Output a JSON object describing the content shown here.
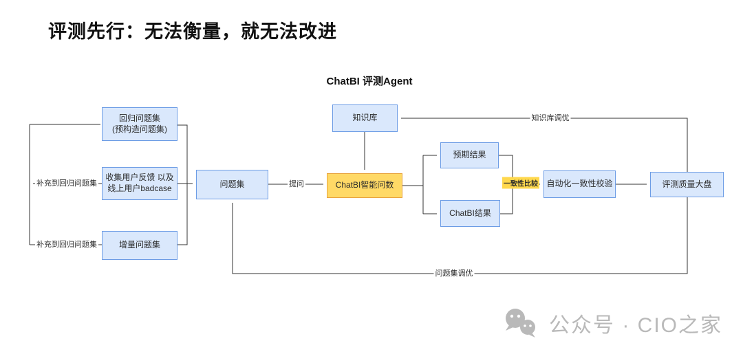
{
  "page": {
    "title": "评测先行：无法衡量，就无法改进",
    "diagram_title": "ChatBI 评测Agent"
  },
  "colors": {
    "background": "#ffffff",
    "title": "#111111",
    "node_fill": "#dae8fc",
    "node_border": "#6c9ce5",
    "node_text": "#2b2b2b",
    "highlight_fill": "#ffd966",
    "highlight_border": "#e8a33d",
    "label_highlight": "#ffd84d",
    "line": "#333333",
    "watermark": "#b9b9b9"
  },
  "nodes": [
    {
      "id": "regression-set",
      "lines": [
        "回归问题集",
        "(预构造问题集)"
      ]
    },
    {
      "id": "user-feedback",
      "lines": [
        "收集用户反馈 以及",
        "线上用户badcase"
      ]
    },
    {
      "id": "incremental-set",
      "lines": [
        "增量问题集"
      ]
    },
    {
      "id": "question-set",
      "lines": [
        "问题集"
      ]
    },
    {
      "id": "knowledge-base",
      "lines": [
        "知识库"
      ]
    },
    {
      "id": "chatbi-qa",
      "lines": [
        "ChatBI智能问数"
      ]
    },
    {
      "id": "expected-result",
      "lines": [
        "预期结果"
      ]
    },
    {
      "id": "chatbi-result",
      "lines": [
        "ChatBI结果"
      ]
    },
    {
      "id": "auto-consistency-check",
      "lines": [
        "自动化一致性校验"
      ]
    },
    {
      "id": "eval-dashboard",
      "lines": [
        "评测质量大盘"
      ]
    }
  ],
  "edge_labels": {
    "supplement_top": "补充到回归问题集",
    "supplement_bottom": "补充到回归问题集",
    "ask": "提问",
    "consistency_compare": "一致性比较",
    "kb_tuning": "知识库调优",
    "qs_tuning": "问题集调优"
  },
  "watermark": {
    "icon": "wechat-icon",
    "text": "公众号 · CIO之家"
  }
}
